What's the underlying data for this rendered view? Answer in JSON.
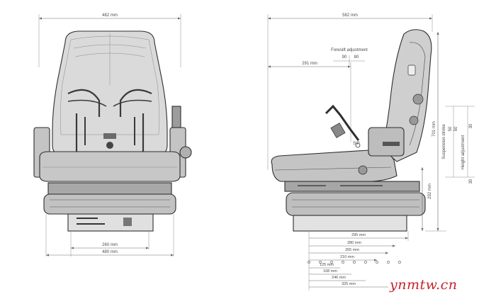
{
  "front_view": {
    "width_top": "482 mm",
    "width_base_inner": "260 mm",
    "width_base_outer": "480 mm"
  },
  "side_view": {
    "depth_total": "582 mm",
    "backrest_offset": "291 mm",
    "fore_aft_title": "Fore/aft adjustment",
    "fore_aft_values": [
      "90",
      "80"
    ],
    "sip_label": "SIP",
    "height_right": "701 mm",
    "height_base": "292 mm",
    "suspension_stroke_label": "Suspension stroke",
    "suspension_values": [
      "50",
      "50"
    ],
    "height_adjustment_label": "Height adjustment",
    "height_adjustment_values": [
      "30",
      "30"
    ],
    "depth_dims": [
      "295 mm",
      "280 mm",
      "265 mm",
      "210 mm",
      "125 mm",
      "168 mm",
      "246 mm",
      "325 mm"
    ]
  },
  "watermark": "ynmtw.cn"
}
